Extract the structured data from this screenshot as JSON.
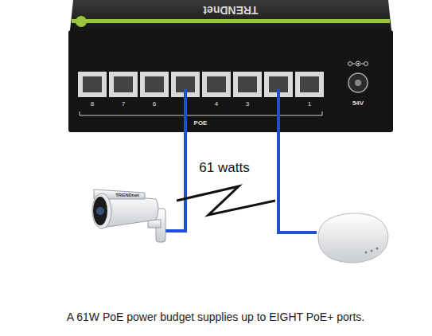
{
  "diagram": {
    "caption": "A 61W PoE power budget supplies up to EIGHT PoE+ ports.",
    "labels": [
      "TRENDnet",
      "8",
      "7",
      "6",
      "4",
      "3",
      "1",
      "POE",
      "54V",
      "61 watts",
      "TRENDnet"
    ]
  }
}
